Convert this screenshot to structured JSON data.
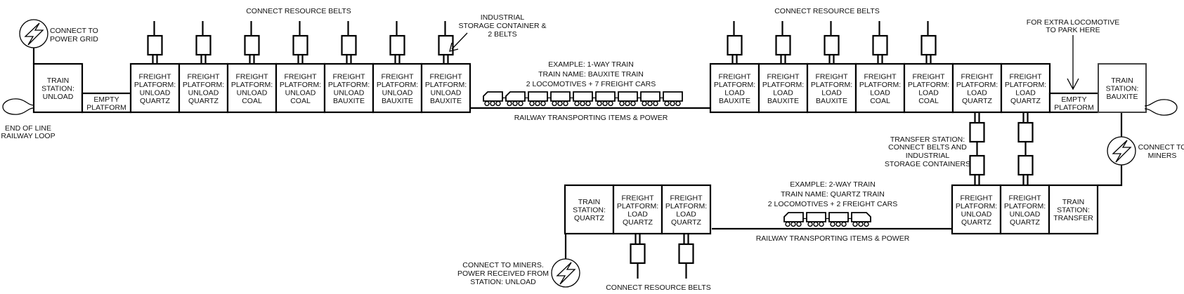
{
  "colors": {
    "line": "#000000",
    "background": "#ffffff",
    "text": "#111111"
  },
  "annotations": {
    "connect_power_grid": [
      "CONNECT TO",
      "POWER GRID"
    ],
    "end_of_line_loop": [
      "END OF LINE",
      "RAILWAY LOOP"
    ],
    "connect_resource_belts_top_left": "CONNECT RESOURCE BELTS",
    "connect_resource_belts_top_right": "CONNECT RESOURCE BELTS",
    "connect_resource_belts_bottom": "CONNECT RESOURCE BELTS",
    "industrial_storage": [
      "INDUSTRIAL",
      "STORAGE CONTAINER &",
      "2 BELTS"
    ],
    "extra_locomotive": [
      "FOR EXTRA LOCOMOTIVE",
      "TO PARK HERE"
    ],
    "transfer_station_note": [
      "TRANSFER STATION:",
      "CONNECT BELTS AND",
      "INDUSTRIAL",
      "STORAGE CONTAINERS"
    ],
    "connect_to_miners": [
      "CONNECT TO",
      "MINERS"
    ],
    "connect_to_miners_bottom": [
      "CONNECT TO MINERS.",
      "POWER RECEIVED FROM",
      "STATION: UNLOAD"
    ]
  },
  "trains": [
    {
      "id": "bauxite-train",
      "lines": [
        "EXAMPLE: 1-WAY TRAIN",
        "TRAIN NAME: BAUXITE TRAIN",
        "2 LOCOMOTIVES + 7 FREIGHT CARS"
      ],
      "railway_label": "RAILWAY TRANSPORTING ITEMS & POWER",
      "locomotives": 2,
      "freight_cars": 7,
      "direction": "1-way"
    },
    {
      "id": "quartz-train",
      "lines": [
        "EXAMPLE: 2-WAY TRAIN",
        "TRAIN NAME: QUARTZ TRAIN",
        "2 LOCOMOTIVES + 2 FREIGHT CARS"
      ],
      "railway_label": "RAILWAY TRANSPORTING ITEMS & POWER",
      "locomotives": 2,
      "freight_cars": 2,
      "direction": "2-way"
    }
  ],
  "rows": {
    "top_left": [
      {
        "type": "station",
        "lines": [
          "TRAIN",
          "STATION:",
          "UNLOAD"
        ]
      },
      {
        "type": "empty",
        "lines": [
          "EMPTY",
          "PLATFORM"
        ]
      },
      {
        "type": "freight",
        "lines": [
          "FREIGHT",
          "PLATFORM:",
          "UNLOAD",
          "QUARTZ"
        ],
        "container": "top"
      },
      {
        "type": "freight",
        "lines": [
          "FREIGHT",
          "PLATFORM:",
          "UNLOAD",
          "QUARTZ"
        ],
        "container": "top"
      },
      {
        "type": "freight",
        "lines": [
          "FREIGHT",
          "PLATFORM:",
          "UNLOAD",
          "COAL"
        ],
        "container": "top"
      },
      {
        "type": "freight",
        "lines": [
          "FREIGHT",
          "PLATFORM:",
          "UNLOAD",
          "COAL"
        ],
        "container": "top"
      },
      {
        "type": "freight",
        "lines": [
          "FREIGHT",
          "PLATFORM:",
          "UNLOAD",
          "BAUXITE"
        ],
        "container": "top"
      },
      {
        "type": "freight",
        "lines": [
          "FREIGHT",
          "PLATFORM:",
          "UNLOAD",
          "BAUXITE"
        ],
        "container": "top"
      },
      {
        "type": "freight",
        "lines": [
          "FREIGHT",
          "PLATFORM:",
          "UNLOAD",
          "BAUXITE"
        ],
        "container": "top"
      }
    ],
    "top_right": [
      {
        "type": "freight",
        "lines": [
          "FREIGHT",
          "PLATFORM:",
          "LOAD",
          "BAUXITE"
        ],
        "container": "top"
      },
      {
        "type": "freight",
        "lines": [
          "FREIGHT",
          "PLATFORM:",
          "LOAD",
          "BAUXITE"
        ],
        "container": "top"
      },
      {
        "type": "freight",
        "lines": [
          "FREIGHT",
          "PLATFORM:",
          "LOAD",
          "BAUXITE"
        ],
        "container": "top"
      },
      {
        "type": "freight",
        "lines": [
          "FREIGHT",
          "PLATFORM:",
          "LOAD",
          "COAL"
        ],
        "container": "top"
      },
      {
        "type": "freight",
        "lines": [
          "FREIGHT",
          "PLATFORM:",
          "LOAD",
          "COAL"
        ],
        "container": "top"
      },
      {
        "type": "freight",
        "lines": [
          "FREIGHT",
          "PLATFORM:",
          "LOAD",
          "QUARTZ"
        ],
        "container": "transfer"
      },
      {
        "type": "freight",
        "lines": [
          "FREIGHT",
          "PLATFORM:",
          "LOAD",
          "QUARTZ"
        ],
        "container": "transfer"
      },
      {
        "type": "empty",
        "lines": [
          "EMPTY",
          "PLATFORM"
        ]
      },
      {
        "type": "station",
        "lines": [
          "TRAIN",
          "STATION:",
          "BAUXITE"
        ]
      }
    ],
    "bottom_left": [
      {
        "type": "station",
        "lines": [
          "TRAIN",
          "STATION:",
          "QUARTZ"
        ]
      },
      {
        "type": "freight",
        "lines": [
          "FREIGHT",
          "PLATFORM:",
          "LOAD",
          "QUARTZ"
        ],
        "container": "bottom"
      },
      {
        "type": "freight",
        "lines": [
          "FREIGHT",
          "PLATFORM:",
          "LOAD",
          "QUARTZ"
        ],
        "container": "bottom"
      }
    ],
    "bottom_right": [
      {
        "type": "freight",
        "lines": [
          "FREIGHT",
          "PLATFORM:",
          "UNLOAD",
          "QUARTZ"
        ],
        "container": "transfer"
      },
      {
        "type": "freight",
        "lines": [
          "FREIGHT",
          "PLATFORM:",
          "UNLOAD",
          "QUARTZ"
        ],
        "container": "transfer"
      },
      {
        "type": "station",
        "lines": [
          "TRAIN",
          "STATION:",
          "TRANSFER"
        ]
      }
    ]
  },
  "icons": {
    "power": "lightning-bolt",
    "loop": "railway-loop",
    "arrow": "pointer-arrow"
  }
}
